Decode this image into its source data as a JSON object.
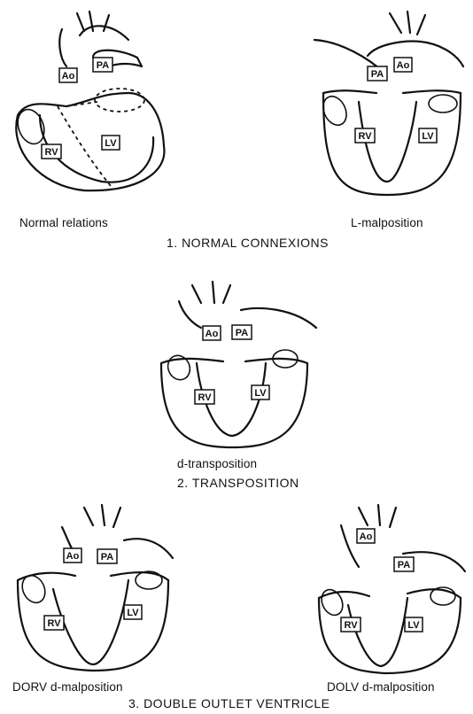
{
  "diagrams": [
    {
      "caption": "Normal relations",
      "labels": {
        "ao": "Ao",
        "pa": "PA",
        "rv": "RV",
        "lv": "LV"
      }
    },
    {
      "caption": "L-malposition",
      "labels": {
        "ao": "Ao",
        "pa": "PA",
        "rv": "RV",
        "lv": "LV"
      }
    },
    {
      "caption": "d-transposition",
      "labels": {
        "ao": "Ao",
        "pa": "PA",
        "rv": "RV",
        "lv": "LV"
      }
    },
    {
      "caption": "DORV d-malposition",
      "labels": {
        "ao": "Ao",
        "pa": "PA",
        "rv": "RV",
        "lv": "LV"
      }
    },
    {
      "caption": "DOLV d-malposition",
      "labels": {
        "ao": "Ao",
        "pa": "PA",
        "rv": "RV",
        "lv": "LV"
      }
    }
  ],
  "sections": [
    "1. NORMAL CONNEXIONS",
    "2. TRANSPOSITION",
    "3. DOUBLE OUTLET VENTRICLE"
  ]
}
